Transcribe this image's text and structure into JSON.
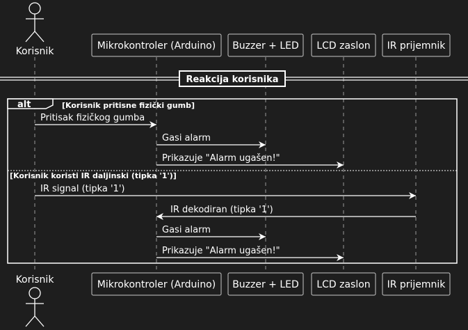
{
  "participants": [
    {
      "id": "user",
      "label": "Korisnik",
      "kind": "actor"
    },
    {
      "id": "mcu",
      "label": "Mikrokontroler (Arduino)",
      "kind": "box"
    },
    {
      "id": "buzzer",
      "label": "Buzzer + LED",
      "kind": "box"
    },
    {
      "id": "lcd",
      "label": "LCD zaslon",
      "kind": "box"
    },
    {
      "id": "ir",
      "label": "IR prijemnik",
      "kind": "box"
    }
  ],
  "divider": {
    "label": "Reakcija korisnika"
  },
  "alt": {
    "keyword": "alt",
    "branches": [
      {
        "guard": "[Korisnik pritisne fizički gumb]",
        "messages": [
          {
            "from": "user",
            "to": "mcu",
            "label": "Pritisak fizičkog gumba"
          },
          {
            "from": "mcu",
            "to": "buzzer",
            "label": "Gasi alarm"
          },
          {
            "from": "mcu",
            "to": "lcd",
            "label": "Prikazuje \"Alarm ugašen!\""
          }
        ]
      },
      {
        "guard": "[Korisnik koristi IR daljinski (tipka '1')]",
        "messages": [
          {
            "from": "user",
            "to": "ir",
            "label": "IR signal (tipka '1')"
          },
          {
            "from": "ir",
            "to": "mcu",
            "label": "IR dekodiran (tipka '1')"
          },
          {
            "from": "mcu",
            "to": "buzzer",
            "label": "Gasi alarm"
          },
          {
            "from": "mcu",
            "to": "lcd",
            "label": "Prikazuje \"Alarm ugašen!\""
          }
        ]
      }
    ]
  }
}
